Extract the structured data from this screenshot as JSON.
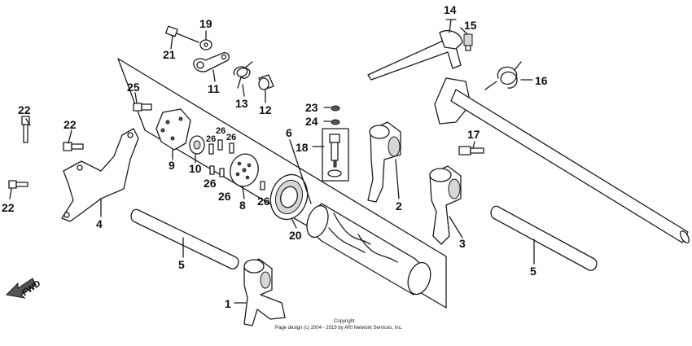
{
  "direction_label": "FWD",
  "copyright": {
    "line1": "Copyright",
    "line2": "Page design (c) 2004 - 2019 by ARI Network Services, Inc."
  },
  "callouts": {
    "c1": "1",
    "c2": "2",
    "c3": "3",
    "c4": "4",
    "c5a": "5",
    "c5b": "5",
    "c6": "6",
    "c8": "8",
    "c9": "9",
    "c10": "10",
    "c11": "11",
    "c12": "12",
    "c13": "13",
    "c14": "14",
    "c15": "15",
    "c16": "16",
    "c17": "17",
    "c18": "18",
    "c19": "19",
    "c20": "20",
    "c21": "21",
    "c22a": "22",
    "c22b": "22",
    "c22c": "22",
    "c23": "23",
    "c24": "24",
    "c25": "25",
    "c26a": "26",
    "c26b": "26",
    "c26c": "26",
    "c26d": "26",
    "c26e": "26"
  }
}
